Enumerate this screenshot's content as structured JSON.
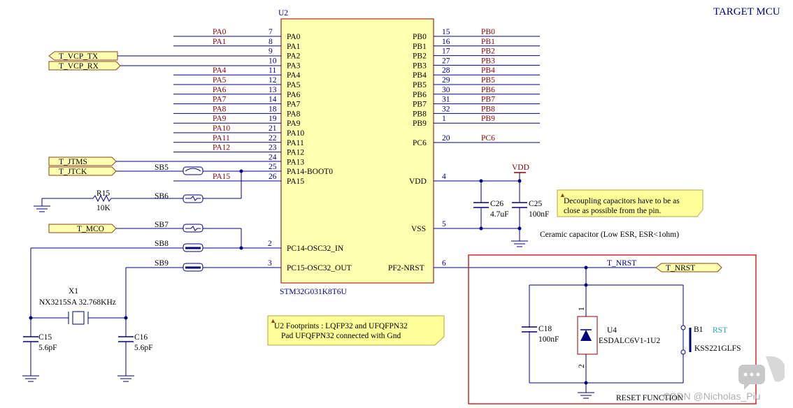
{
  "title": "TARGET MCU",
  "chip": {
    "ref": "U2",
    "part": "STM32G031K8T6U",
    "left_pins": [
      {
        "num": "7",
        "name": "PA0",
        "net": "PA0"
      },
      {
        "num": "8",
        "name": "PA1",
        "net": "PA1"
      },
      {
        "num": "9",
        "name": "PA2",
        "net": ""
      },
      {
        "num": "10",
        "name": "PA3",
        "net": ""
      },
      {
        "num": "11",
        "name": "PA4",
        "net": "PA4"
      },
      {
        "num": "12",
        "name": "PA5",
        "net": "PA5"
      },
      {
        "num": "13",
        "name": "PA6",
        "net": "PA6"
      },
      {
        "num": "14",
        "name": "PA7",
        "net": "PA7"
      },
      {
        "num": "18",
        "name": "PA8",
        "net": "PA8"
      },
      {
        "num": "19",
        "name": "PA9",
        "net": "PA9"
      },
      {
        "num": "21",
        "name": "PA10",
        "net": "PA10"
      },
      {
        "num": "22",
        "name": "PA11",
        "net": "PA11"
      },
      {
        "num": "23",
        "name": "PA12",
        "net": "PA12"
      },
      {
        "num": "24",
        "name": "PA13",
        "net": ""
      },
      {
        "num": "25",
        "name": "PA14-BOOT0",
        "net": ""
      },
      {
        "num": "26",
        "name": "PA15",
        "net": "PA15"
      }
    ],
    "right_pins": [
      {
        "num": "15",
        "name": "PB0",
        "net": "PB0"
      },
      {
        "num": "16",
        "name": "PB1",
        "net": "PB1"
      },
      {
        "num": "17",
        "name": "PB2",
        "net": "PB2"
      },
      {
        "num": "27",
        "name": "PB3",
        "net": "PB3"
      },
      {
        "num": "28",
        "name": "PB4",
        "net": "PB4"
      },
      {
        "num": "29",
        "name": "PB5",
        "net": "PB5"
      },
      {
        "num": "30",
        "name": "PB6",
        "net": "PB6"
      },
      {
        "num": "31",
        "name": "PB7",
        "net": "PB7"
      },
      {
        "num": "32",
        "name": "PB8",
        "net": "PB8"
      },
      {
        "num": "1",
        "name": "PB9",
        "net": "PB9"
      },
      {
        "num": "20",
        "name": "PC6",
        "net": "PC6"
      }
    ],
    "vdd": {
      "num": "4",
      "name": "VDD"
    },
    "vss": {
      "num": "5",
      "name": "VSS"
    },
    "osc_in": {
      "num": "2",
      "name": "PC14-OSC32_IN"
    },
    "osc_out": {
      "num": "3",
      "name": "PC15-OSC32_OUT"
    },
    "nrst": {
      "num": "6",
      "name": "PF2-NRST"
    }
  },
  "ports": {
    "vcp_tx": "T_VCP_TX",
    "vcp_rx": "T_VCP_RX",
    "jtms": "T_JTMS",
    "jtck": "T_JTCK",
    "mco": "T_MCO",
    "nrst": "T_NRST"
  },
  "solder_bridges": {
    "sb5": "SB5",
    "sb6": "SB6",
    "sb7": "SB7",
    "sb8": "SB8",
    "sb9": "SB9"
  },
  "r15": {
    "ref": "R15",
    "value": "10K"
  },
  "crystal": {
    "ref": "X1",
    "value": "NX3215SA 32.768KHz"
  },
  "c15": {
    "ref": "C15",
    "value": "5.6pF"
  },
  "c16": {
    "ref": "C16",
    "value": "5.6pF"
  },
  "c26": {
    "ref": "C26",
    "value": "4.7uF"
  },
  "c25": {
    "ref": "C25",
    "value": "100nF"
  },
  "c18": {
    "ref": "C18",
    "value": "100nF"
  },
  "vdd_label": "VDD",
  "ceramic_note": "Ceramic capacitor (Low ESR, ESR<1ohm)",
  "decoupling_note": [
    "Decoupling capacitors have to be as",
    "close as possible from the pin."
  ],
  "footprint_note": [
    "U2 Footprints : LQFP32 and UFQFPN32",
    "Pad UFQFPN32 connected with Gnd"
  ],
  "nrst_net": "T_NRST",
  "u4": {
    "ref": "U4",
    "value": "ESDALC6V1-1U2",
    "pin1": "1",
    "pin2": "2"
  },
  "b1": {
    "ref": "B1",
    "value": "KSS221GLFS",
    "label": "RST"
  },
  "reset_title": "RESET FUNCTION",
  "watermark": "CSDN @Nicholas_Piu",
  "colors": {
    "wire": "#000080",
    "net": "#8b0000",
    "chip_fill": "#ffffb0",
    "chip_stroke": "#8b0000",
    "reset_box": "#dd2222",
    "port_fill": "#ffffb0",
    "port_stroke": "#8b4513",
    "rst": "#2aa0b0"
  }
}
